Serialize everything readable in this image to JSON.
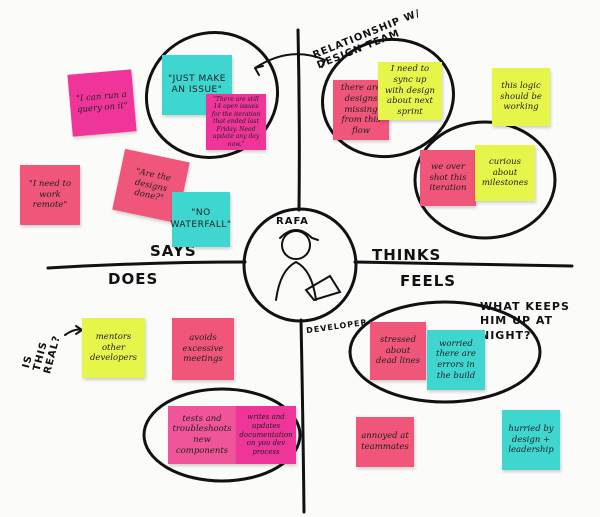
{
  "colors": {
    "magenta": "#f0359a",
    "pink": "#f0557a",
    "cyan": "#3ed6cf",
    "yellow": "#e6f54a",
    "ink": "#111111"
  },
  "quadrants": {
    "says": "SAYS",
    "thinks": "THINKS",
    "does": "DOES",
    "feels": "FEELS"
  },
  "persona": {
    "name": "RAFA",
    "role": "DEVELOPER",
    "icon": "developer-with-laptop-sketch"
  },
  "annotations": {
    "relationship": "RELATIONSHIP W/ DESIGN TEAM",
    "is_this_real": "IS THIS REAL?",
    "what_keeps": "WHAT KEEPS HIM UP AT NIGHT?"
  },
  "notes": {
    "says": [
      {
        "text": "\"I can run a query on it\"",
        "color": "magenta"
      },
      {
        "text": "\"JUST MAKE AN ISSUE\"",
        "color": "cyan"
      },
      {
        "text": "\"There are still 14 open issues for the iteration that ended last Friday. Need update any day now.\"",
        "color": "magenta"
      },
      {
        "text": "\"I need to work remote\"",
        "color": "pink"
      },
      {
        "text": "\"Are the designs done?\"",
        "color": "pink"
      },
      {
        "text": "\"NO WATERFALL\"",
        "color": "cyan"
      }
    ],
    "thinks": [
      {
        "text": "there are designs missing from this flow",
        "color": "pink"
      },
      {
        "text": "I need to sync up with design about next sprint",
        "color": "yellow"
      },
      {
        "text": "this logic should be working",
        "color": "yellow"
      },
      {
        "text": "we over shot this iteration",
        "color": "pink"
      },
      {
        "text": "curious about milestones",
        "color": "yellow"
      }
    ],
    "does": [
      {
        "text": "mentors other developers",
        "color": "yellow"
      },
      {
        "text": "avoids excessive meetings",
        "color": "magenta"
      },
      {
        "text": "tests and troubleshoots new components",
        "color": "magenta"
      },
      {
        "text": "writes and updates documentation on you dev process",
        "color": "magenta"
      }
    ],
    "feels": [
      {
        "text": "stressed about dead lines",
        "color": "pink"
      },
      {
        "text": "worried there are errors in the build",
        "color": "cyan"
      },
      {
        "text": "annoyed at teammates",
        "color": "pink"
      },
      {
        "text": "hurried by design + leadership",
        "color": "cyan"
      }
    ]
  }
}
